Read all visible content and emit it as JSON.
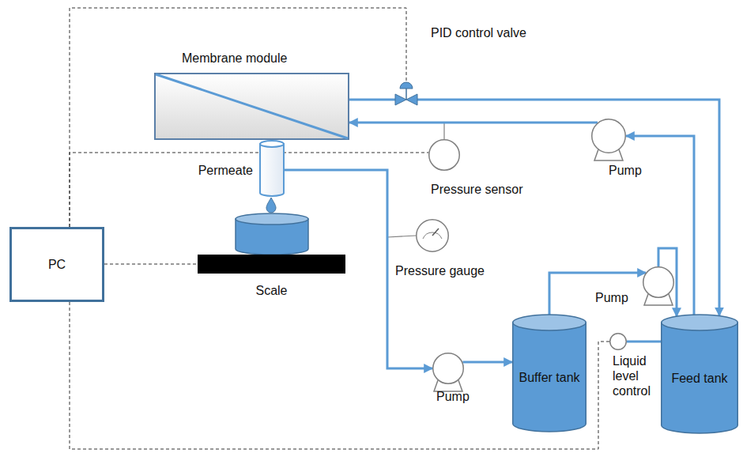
{
  "diagram": {
    "nodes": [
      {
        "text": [
          "Membrane module"
        ]
      },
      {
        "text": [
          "PID control valve"
        ]
      },
      {
        "text": [
          "Permeate"
        ]
      },
      {
        "text": [
          "Pressure sensor"
        ]
      },
      {
        "text": [
          "Pump"
        ]
      },
      {
        "text": [
          "Scale"
        ]
      },
      {
        "text": [
          "PC"
        ]
      },
      {
        "text": [
          "Pressure gauge"
        ]
      },
      {
        "text": [
          "Pump"
        ]
      },
      {
        "text": [
          "Pump"
        ]
      },
      {
        "text": [
          "Buffer tank"
        ]
      },
      {
        "text": [
          "Liquid level control"
        ]
      },
      {
        "text": [
          "Feed tank"
        ]
      }
    ],
    "edges": [
      {
        "from": 0,
        "to": 1,
        "arrow": "none"
      },
      {
        "from": 1,
        "to": 12,
        "arrow": "to"
      },
      {
        "from": 12,
        "to": 4,
        "arrow": "to"
      },
      {
        "from": 4,
        "to": 0,
        "arrow": "to"
      },
      {
        "from": 2,
        "to": 9,
        "arrow": "to"
      },
      {
        "from": 9,
        "to": 10,
        "arrow": "to"
      },
      {
        "from": 10,
        "to": 8,
        "arrow": "to"
      },
      {
        "from": 8,
        "to": 12,
        "arrow": "to"
      },
      {
        "from": 11,
        "to": 12,
        "arrow": "none"
      },
      {
        "from": 6,
        "to": 5,
        "arrow": "none"
      },
      {
        "from": 6,
        "to": 1,
        "arrow": "none"
      },
      {
        "from": 6,
        "to": 3,
        "arrow": "none"
      },
      {
        "from": 6,
        "to": 11,
        "arrow": "none"
      }
    ]
  }
}
